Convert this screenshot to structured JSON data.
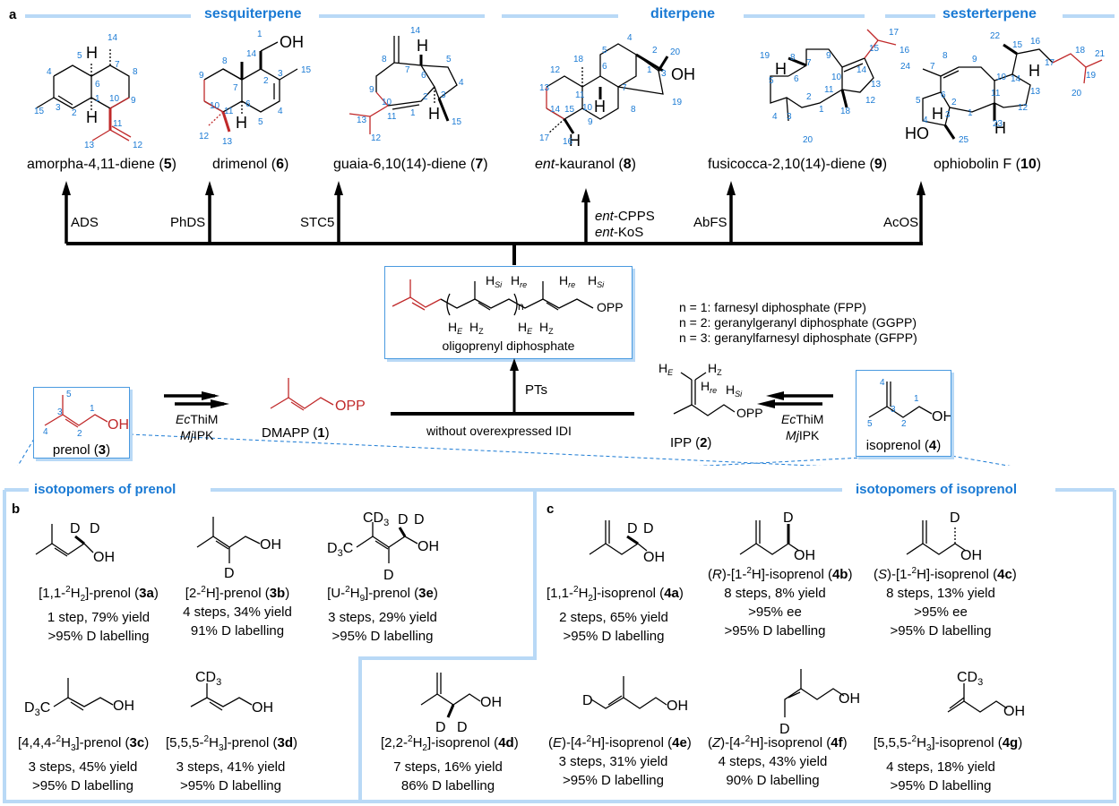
{
  "panel_a": {
    "letter": "a",
    "class_headers": [
      "sesquiterpene",
      "diterpene",
      "sesterterpene"
    ],
    "products": [
      {
        "name": "amorpha-4,11-diene",
        "id": "5",
        "enzyme": "ADS"
      },
      {
        "name": "drimenol",
        "id": "6",
        "enzyme": "PhDS"
      },
      {
        "name": "guaia-6,10(14)-diene",
        "id": "7",
        "enzyme": "STC5"
      },
      {
        "name_prefix": "ent",
        "name": "-kauranol",
        "id": "8",
        "enzyme_lines": [
          "ent-CPPS",
          "ent-KoS"
        ]
      },
      {
        "name": "fusicocca-2,10(14)-diene",
        "id": "9",
        "enzyme": "AbFS"
      },
      {
        "name": "ophiobolin F",
        "id": "10",
        "enzyme": "AcOS"
      }
    ],
    "central": {
      "label": "oligoprenyl diphosphate",
      "group": "OPP",
      "n_legend": [
        "n = 1: farnesyl diphosphate (FPP)",
        "n = 2: geranylgeranyl diphosphate (GGPP)",
        "n = 3: geranylfarnesyl diphosphate (GFPP)"
      ]
    },
    "pts_label": "PTs",
    "idi_label": "without overexpressed IDI",
    "prenol": {
      "name": "prenol",
      "id": "3",
      "oh": "OH"
    },
    "dmapp": {
      "name": "DMAPP",
      "id": "1",
      "group": "OPP"
    },
    "ipp": {
      "name": "IPP",
      "id": "2",
      "group": "OPP"
    },
    "isoprenol": {
      "name": "isoprenol",
      "id": "4",
      "oh": "OH"
    },
    "kinases": {
      "line1_italic": "Ec",
      "line1": "ThiM",
      "line2_italic": "Mj",
      "line2": "IPK"
    }
  },
  "panel_b": {
    "letter": "b",
    "header": "isotopomers of prenol",
    "items": [
      {
        "label_html": "[1,1-<sup>2</sup>H<sub>2</sub>]-prenol (<b>3a</b>)",
        "steps": "1 step, 79% yield",
        "labelling": ">95% D labelling"
      },
      {
        "label_html": "[2-<sup>2</sup>H]-prenol (<b>3b</b>)",
        "steps": "4 steps, 34% yield",
        "labelling": "91% D labelling"
      },
      {
        "label_html": "[U-<sup>2</sup>H<sub>9</sub>]-prenol (<b>3e</b>)",
        "steps": "3 steps, 29% yield",
        "labelling": ">95% D labelling"
      },
      {
        "label_html": "[4,4,4-<sup>2</sup>H<sub>3</sub>]-prenol (<b>3c</b>)",
        "steps": "3 steps, 45% yield",
        "labelling": ">95% D labelling"
      },
      {
        "label_html": "[5,5,5-<sup>2</sup>H<sub>3</sub>]-prenol (<b>3d</b>)",
        "steps": "3 steps, 41% yield",
        "labelling": ">95% D labelling"
      }
    ]
  },
  "panel_c": {
    "letter": "c",
    "header": "isotopomers of isoprenol",
    "items": [
      {
        "label_html": "[1,1-<sup>2</sup>H<sub>2</sub>]-isoprenol (<b>4a</b>)",
        "steps": "2 steps, 65% yield",
        "labelling": ">95% D labelling"
      },
      {
        "label_html": "(<i>R</i>)-[1-<sup>2</sup>H]-isoprenol (<b>4b</b>)",
        "steps": "8 steps, 8% yield",
        "ee": ">95% ee",
        "labelling": ">95% D labelling"
      },
      {
        "label_html": "(<i>S</i>)-[1-<sup>2</sup>H]-isoprenol (<b>4c</b>)",
        "steps": "8 steps, 13% yield",
        "ee": ">95% ee",
        "labelling": ">95% D labelling"
      },
      {
        "label_html": "[2,2-<sup>2</sup>H<sub>2</sub>]-isoprenol (<b>4d</b>)",
        "steps": "7 steps, 16% yield",
        "labelling": "86% D labelling"
      },
      {
        "label_html": "(<i>E</i>)-[4-<sup>2</sup>H]-isoprenol (<b>4e</b>)",
        "steps": "3 steps, 31% yield",
        "labelling": ">95% D labelling"
      },
      {
        "label_html": "(<i>Z</i>)-[4-<sup>2</sup>H]-isoprenol (<b>4f</b>)",
        "steps": "4 steps, 43% yield",
        "labelling": "90% D labelling"
      },
      {
        "label_html": "[5,5,5-<sup>2</sup>H<sub>3</sub>]-isoprenol (<b>4g</b>)",
        "steps": "4 steps, 18% yield",
        "labelling": ">95% D labelling"
      }
    ]
  },
  "colors": {
    "accent": "#1a7ad4",
    "header_line": "#b9d9f6",
    "highlight": "#c0292a",
    "atom_number": "#1a7ad4"
  }
}
